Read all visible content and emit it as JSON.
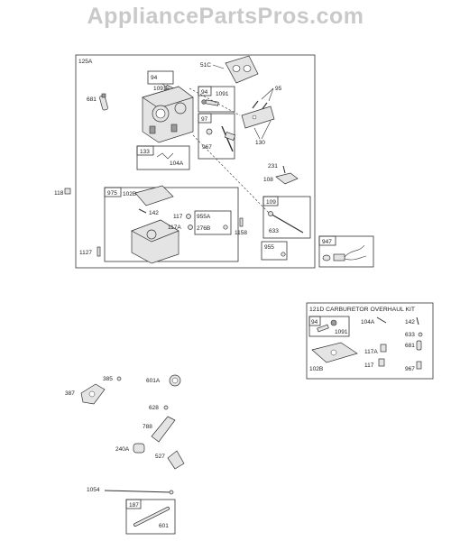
{
  "watermark": "AppliancePartsPros.com",
  "callouts": {
    "c125A": "125A",
    "c51C": "51C",
    "c94a": "94",
    "c1091a": "1091",
    "c94b": "94",
    "c1091b": "1091",
    "c95": "95",
    "c681": "681",
    "c97": "97",
    "c967": "967",
    "c130": "130",
    "c133": "133",
    "c104A": "104A",
    "c231": "231",
    "c108": "108",
    "c118": "118",
    "c975": "975",
    "c102B": "102B",
    "c142": "142",
    "c117": "117",
    "c955A": "955A",
    "c117A": "117A",
    "c276B": "276B",
    "c109": "109",
    "c633": "633",
    "c1158": "1158",
    "c955": "955",
    "c947": "947",
    "c1127": "1127"
  },
  "kit": {
    "title": "121D CARBURETOR OVERHAUL KIT",
    "c94": "94",
    "c1091": "1091",
    "c104A": "104A",
    "c142": "142",
    "c633": "633",
    "c681": "681",
    "c117A": "117A",
    "c102B": "102B",
    "c117": "117",
    "c967": "967"
  },
  "lower": {
    "c385": "385",
    "c601A": "601A",
    "c387": "387",
    "c628": "628",
    "c788": "788",
    "c240A": "240A",
    "c527": "527",
    "c1054": "1054",
    "c187": "187",
    "c601": "601"
  }
}
